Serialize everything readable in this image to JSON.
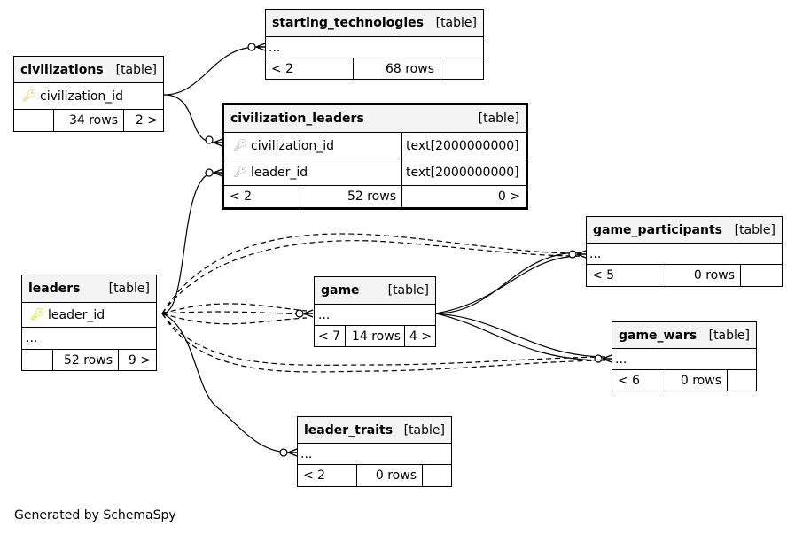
{
  "tables": {
    "starting_technologies": {
      "name": "starting_technologies",
      "type": "[table]",
      "ellipsis": "...",
      "parents": "< 2",
      "rows": "68 rows",
      "children": ""
    },
    "civilizations": {
      "name": "civilizations",
      "type": "[table]",
      "column": "civilization_id",
      "parents": "",
      "rows": "34 rows",
      "children": "2 >"
    },
    "civilization_leaders": {
      "name": "civilization_leaders",
      "type": "[table]",
      "columns": [
        {
          "name": "civilization_id",
          "datatype": "text[2000000000]"
        },
        {
          "name": "leader_id",
          "datatype": "text[2000000000]"
        }
      ],
      "parents": "< 2",
      "rows": "52 rows",
      "children": "0 >"
    },
    "game_participants": {
      "name": "game_participants",
      "type": "[table]",
      "ellipsis": "...",
      "parents": "< 5",
      "rows": "0 rows",
      "children": ""
    },
    "leaders": {
      "name": "leaders",
      "type": "[table]",
      "column": "leader_id",
      "ellipsis": "...",
      "parents": "",
      "rows": "52 rows",
      "children": "9 >"
    },
    "game": {
      "name": "game",
      "type": "[table]",
      "ellipsis": "...",
      "parents": "< 7",
      "rows": "14 rows",
      "children": "4 >"
    },
    "game_wars": {
      "name": "game_wars",
      "type": "[table]",
      "ellipsis": "...",
      "parents": "< 6",
      "rows": "0 rows",
      "children": ""
    },
    "leader_traits": {
      "name": "leader_traits",
      "type": "[table]",
      "ellipsis": "...",
      "parents": "< 2",
      "rows": "0 rows",
      "children": ""
    }
  },
  "icons": {
    "primary_key": "key-icon",
    "foreign_key": "key-icon",
    "pk_color": "#d8c800",
    "fk_color": "#aaaaaa"
  },
  "footer": "Generated by SchemaSpy"
}
